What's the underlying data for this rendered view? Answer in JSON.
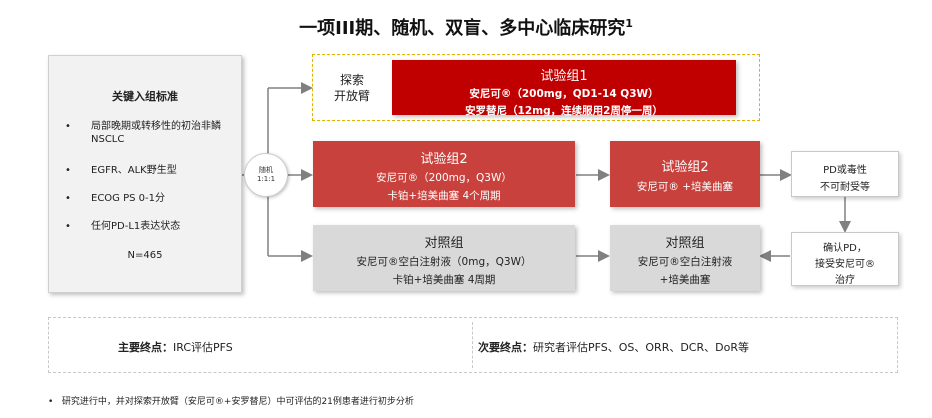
{
  "title": {
    "text": "一项III期、随机、双盲、多中心临床研究",
    "footnote_mark": "1"
  },
  "criteria": {
    "heading": "关键入组标准",
    "bullet": "•",
    "items": [
      "局部晚期或转移性的初治非鳞NSCLC",
      "EGFR、ALK野生型",
      "ECOG PS 0-1分",
      "任何PD-L1表达状态"
    ],
    "n": "N=465"
  },
  "randomization": {
    "label": "随机",
    "ratio": "1:1:1"
  },
  "explore_arm": {
    "label_line1": "探索",
    "label_line2": "开放臂",
    "box_title": "试验组1",
    "line1": "安尼可®（200mg，QD1-14 Q3W）",
    "line2": "安罗替尼（12mg，连续服用2周停一周）"
  },
  "arm2": {
    "title": "试验组2",
    "line1": "安尼可®（200mg，Q3W）",
    "line2": "卡铂+培美曲塞 4个周期",
    "maint_title": "试验组2",
    "maint_line1": "安尼可® +培美曲塞"
  },
  "control": {
    "title": "对照组",
    "line1": "安尼可®空白注射液（0mg，Q3W）",
    "line2": "卡铂+培美曲塞 4周期",
    "maint_title": "对照组",
    "maint_line1": "安尼可®空白注射液",
    "maint_line2": "+培美曲塞"
  },
  "outcome": {
    "pd_line1": "PD或毒性",
    "pd_line2": "不可耐受等",
    "confirm_line1": "确认PD，",
    "confirm_line2": "接受安尼可®",
    "confirm_line3": "治疗"
  },
  "endpoints": {
    "primary_label": "主要终点：",
    "primary_value": "IRC评估PFS",
    "secondary_label": "次要终点：",
    "secondary_value": "研究者评估PFS、OS、ORR、DCR、DoR等"
  },
  "footnote": {
    "bullet": "•",
    "text": "研究进行中，并对探索开放臂（安尼可®+安罗替尼）中可评估的21例患者进行初步分析"
  },
  "colors": {
    "dark_red": "#c00000",
    "red": "#c9413c",
    "grey": "#d9d9d9",
    "dashed_yellow": "#e0b400"
  }
}
